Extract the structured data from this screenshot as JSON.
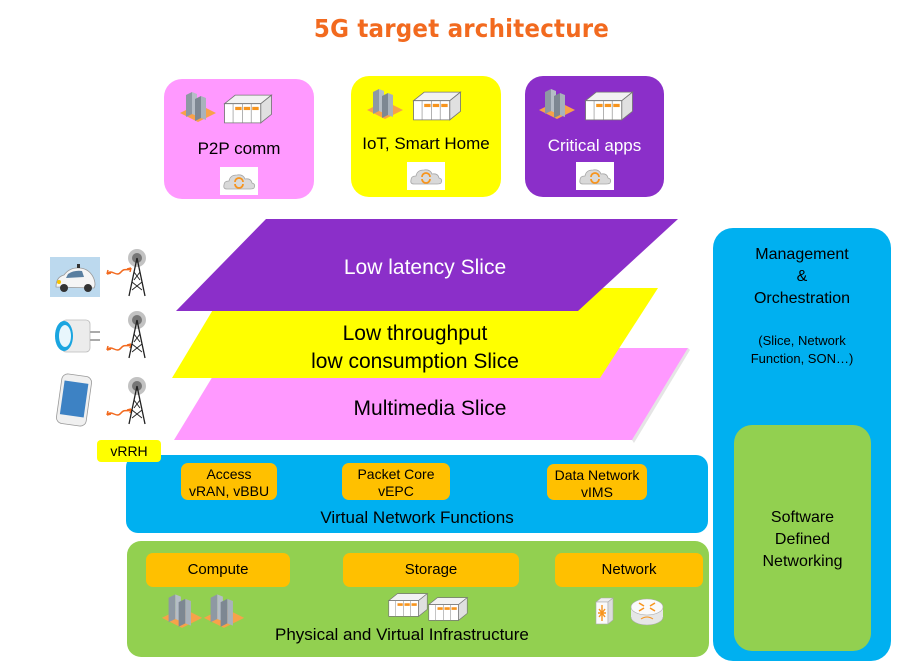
{
  "title": "5G target architecture",
  "colors": {
    "title": "#f26a1f",
    "pink": "#ff99ff",
    "yellow": "#ffff00",
    "purple": "#8b2fc9",
    "blue": "#00b0f0",
    "green": "#92d050",
    "orange": "#ffc000"
  },
  "applications": [
    {
      "label": "P2P comm",
      "icons": [
        "server-rack-icon",
        "storage-array-icon",
        "cloud-sync-icon"
      ]
    },
    {
      "label": "IoT, Smart Home",
      "icons": [
        "server-rack-icon",
        "storage-array-icon",
        "cloud-sync-icon"
      ]
    },
    {
      "label": "Critical apps",
      "icons": [
        "server-rack-icon",
        "storage-array-icon",
        "cloud-sync-icon"
      ]
    }
  ],
  "slices": [
    {
      "line1": "Low latency Slice",
      "line2": ""
    },
    {
      "line1": "Low throughput",
      "line2": "low consumption Slice"
    },
    {
      "line1": "Multimedia Slice",
      "line2": ""
    }
  ],
  "devices": [
    {
      "name": "connected-car",
      "icon": "car-icon"
    },
    {
      "name": "smart-plug",
      "icon": "smart-plug-icon"
    },
    {
      "name": "smartphone",
      "icon": "smartphone-icon"
    }
  ],
  "vrrh_label": "vRRH",
  "vnf": {
    "title": "Virtual Network Functions",
    "items": [
      {
        "line1": "Access",
        "line2": "vRAN, vBBU"
      },
      {
        "line1": "Packet Core",
        "line2": "vEPC"
      },
      {
        "line1": "Data Network",
        "line2": "vIMS"
      }
    ]
  },
  "infra": {
    "title": "Physical  and Virtual Infrastructure",
    "items": [
      "Compute",
      "Storage",
      "Network"
    ]
  },
  "management": {
    "line1": "Management",
    "line2": "&",
    "line3": "Orchestration",
    "sub1": "(Slice, Network",
    "sub2": "Function, SON…)",
    "sdn1": "Software",
    "sdn2": "Defined",
    "sdn3": "Networking"
  }
}
